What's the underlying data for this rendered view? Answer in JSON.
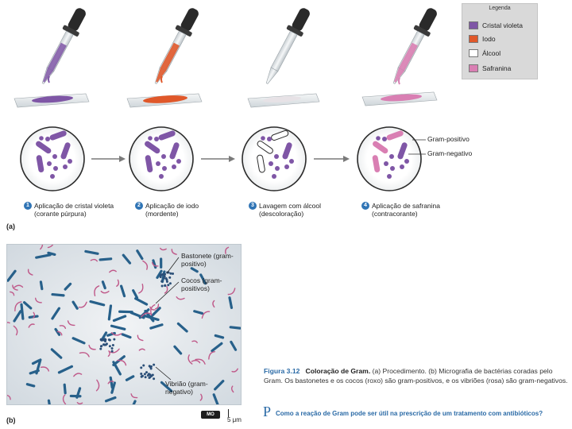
{
  "colors": {
    "crystal_violet": "#7f56a6",
    "iodine": "#e0582a",
    "alcohol": "#ffffff",
    "safranin": "#d97fb3",
    "accent_blue": "#2f74b5"
  },
  "legend": {
    "title": "Legenda",
    "items": [
      {
        "label": "Cristal violeta",
        "color": "#7f56a6"
      },
      {
        "label": "Iodo",
        "color": "#e0582a"
      },
      {
        "label": "Álcool",
        "color": "#ffffff"
      },
      {
        "label": "Safranina",
        "color": "#d97fb3"
      }
    ]
  },
  "part_a": {
    "label": "(a)",
    "steps": [
      {
        "num": "1",
        "text": "Aplicação de cristal violeta (corante púrpura)"
      },
      {
        "num": "2",
        "text": "Aplicação de iodo (mordente)"
      },
      {
        "num": "3",
        "text": "Lavagem com álcool (descoloração)"
      },
      {
        "num": "4",
        "text": "Aplicação de safranina (contracorante)"
      }
    ],
    "annotations": {
      "gram_positive": "Gram-positivo",
      "gram_negative": "Gram-negativo"
    }
  },
  "part_b": {
    "label": "(b)",
    "callouts": {
      "rods": "Bastonete (gram-positivo)",
      "cocci": "Cocos (gram-positivos)",
      "vibrio": "Vibrião (gram-negativo)"
    },
    "scale": {
      "badge": "MO",
      "value": "5 μm"
    }
  },
  "caption": {
    "figure": "Figura 3.12",
    "title": "Coloração de Gram.",
    "body": "(a) Procedimento. (b) Micrografia de bactérias coradas pelo Gram. Os bastonetes e os cocos (roxo) são gram-positivos, e os vibriões (rosa) são gram-negativos.",
    "question_marker": "P",
    "question": "Como a reação de Gram pode ser útil na prescrição de um tratamento com antibióticos?"
  }
}
